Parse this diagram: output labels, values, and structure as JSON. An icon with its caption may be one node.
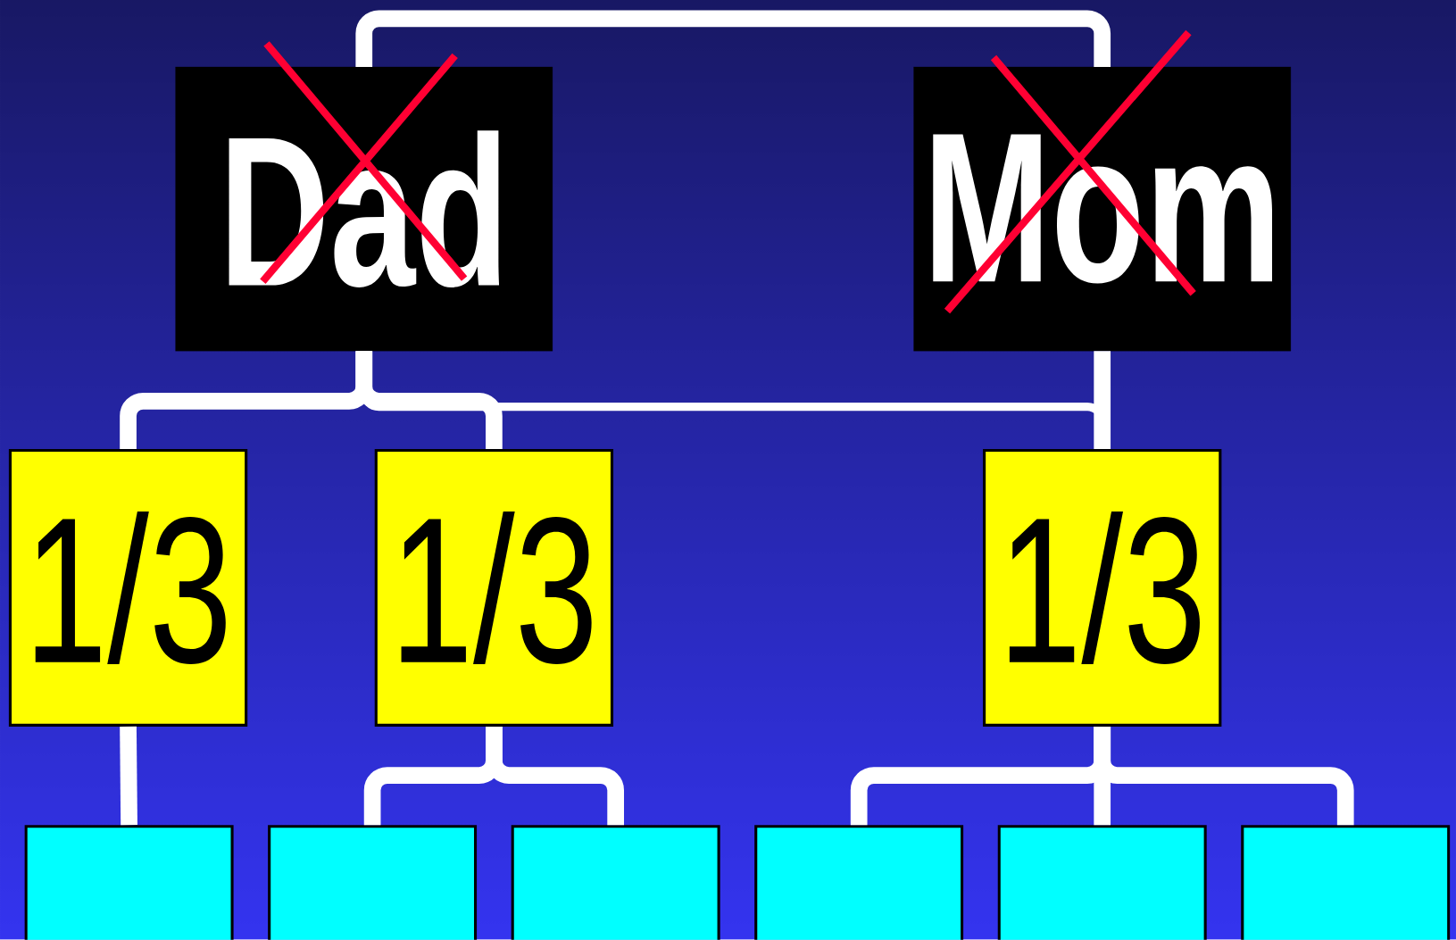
{
  "diagram": {
    "nodes": [
      {
        "text": [
          "Dad"
        ]
      },
      {
        "text": [
          "Mom"
        ]
      },
      {
        "text": [
          "1/3"
        ]
      },
      {
        "text": [
          "1/3"
        ]
      },
      {
        "text": [
          "1/3"
        ]
      },
      {
        "text": [],
        "shape": "box"
      },
      {
        "text": [],
        "shape": "box"
      },
      {
        "text": [],
        "shape": "box"
      },
      {
        "text": [],
        "shape": "box"
      },
      {
        "text": [],
        "shape": "box"
      },
      {
        "text": [],
        "shape": "box"
      }
    ],
    "edges": [
      {
        "from": 0,
        "to": 1,
        "arrow": "none"
      },
      {
        "from": 0,
        "to": 2,
        "arrow": "none"
      },
      {
        "from": 0,
        "to": 3,
        "arrow": "none"
      },
      {
        "from": 0,
        "to": 4,
        "arrow": "none"
      },
      {
        "from": 1,
        "to": 4,
        "arrow": "none"
      },
      {
        "from": 2,
        "to": 5,
        "arrow": "none"
      },
      {
        "from": 3,
        "to": 6,
        "arrow": "none"
      },
      {
        "from": 3,
        "to": 7,
        "arrow": "none"
      },
      {
        "from": 4,
        "to": 8,
        "arrow": "none"
      },
      {
        "from": 4,
        "to": 9,
        "arrow": "none"
      },
      {
        "from": 4,
        "to": 10,
        "arrow": "none"
      }
    ]
  }
}
